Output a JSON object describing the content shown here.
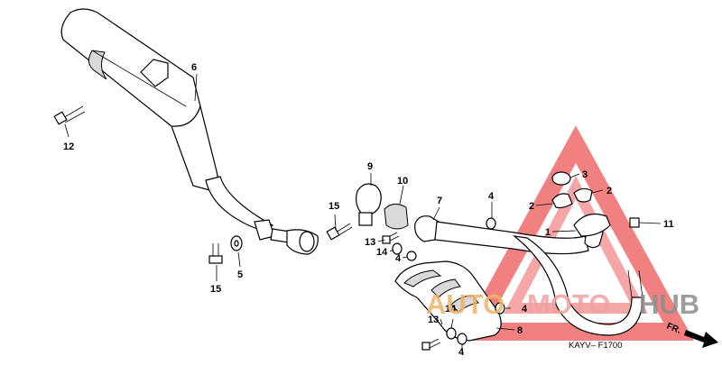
{
  "callouts": {
    "p1": "1",
    "p2": "2",
    "p3": "3",
    "p4": "4",
    "p5": "5",
    "p6": "6",
    "p7": "7",
    "p8": "8",
    "p9": "9",
    "p10": "10",
    "p11": "11",
    "p12": "12",
    "p13": "13",
    "p14": "14",
    "p15": "15"
  },
  "diagram_code": "KAYV– F1700",
  "direction_label": "FR.",
  "watermark": {
    "auto": "AUTO",
    "moto": "MOTO",
    "hub": "HUB"
  }
}
